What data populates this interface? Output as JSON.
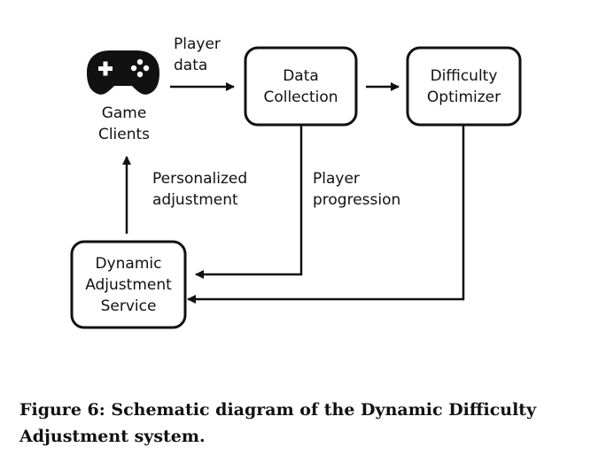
{
  "nodes": {
    "game_clients": {
      "line1": "Game",
      "line2": "Clients"
    },
    "data_collection": {
      "line1": "Data",
      "line2": "Collection"
    },
    "difficulty_optimizer": {
      "line1": "Difficulty",
      "line2": "Optimizer"
    },
    "dynamic_adjustment": {
      "line1": "Dynamic",
      "line2": "Adjustment",
      "line3": "Service"
    }
  },
  "edges": {
    "player_data": {
      "line1": "Player",
      "line2": "data"
    },
    "player_progression": {
      "line1": "Player",
      "line2": "progression"
    },
    "personalized_adjustment": {
      "line1": "Personalized",
      "line2": "adjustment"
    }
  },
  "icons": {
    "game_clients": "gamepad-icon"
  },
  "caption": "Figure 6: Schematic diagram of the Dynamic Difficulty Adjustment system."
}
